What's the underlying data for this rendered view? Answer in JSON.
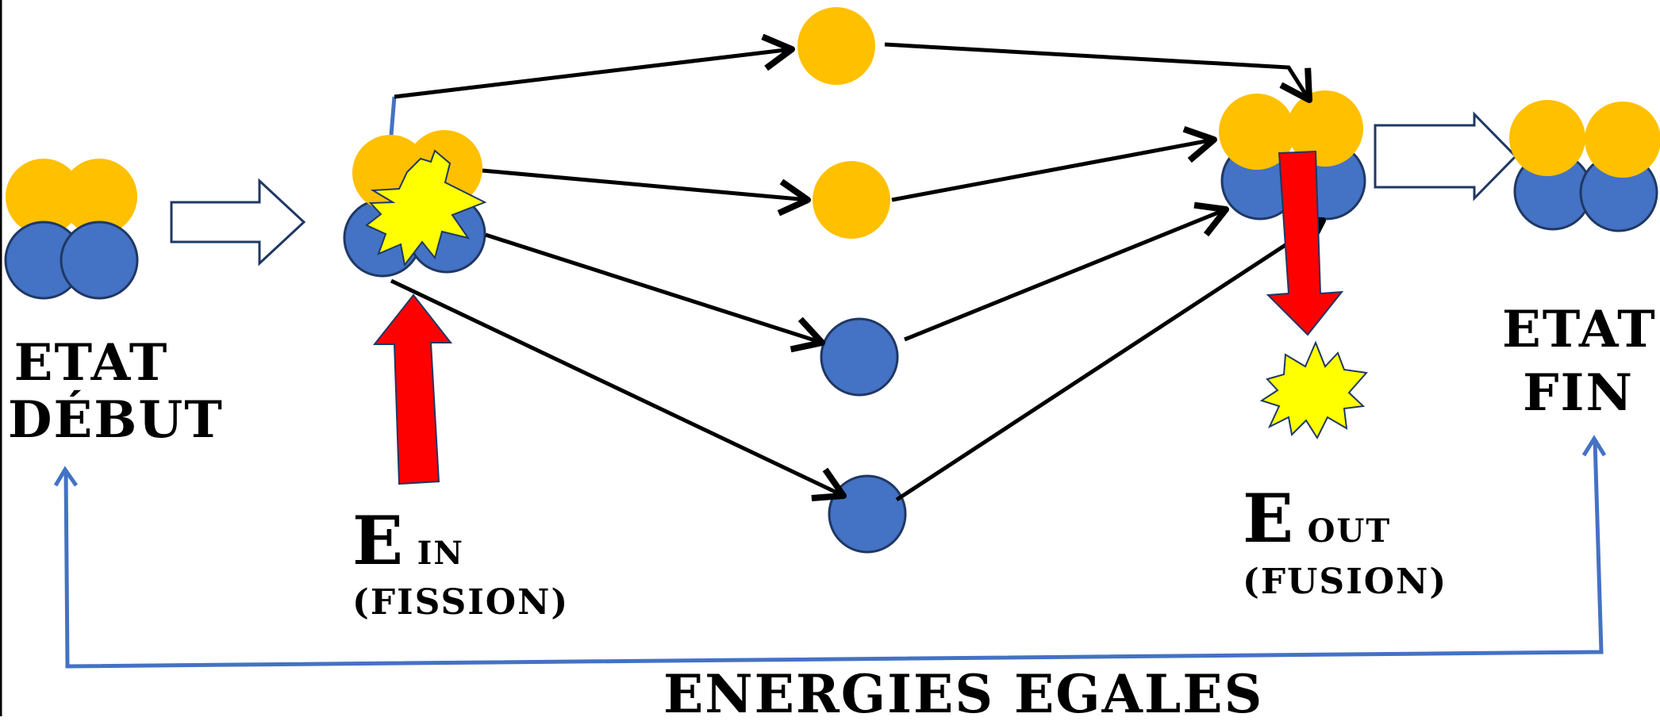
{
  "labels": {
    "start_line1": "ETAT",
    "start_line2": "DÉBUT",
    "end_line1": "ETAT",
    "end_line2": "FIN",
    "ein_letter": "E",
    "ein_sub": "IN",
    "ein_paren": "(FISSION)",
    "eout_letter": "E",
    "eout_sub": "OUT",
    "eout_paren": "(FUSION)",
    "footer": "ENERGIES EGALES"
  },
  "colors": {
    "proton": "#FFC000",
    "neutron": "#4472C4",
    "outline": "#1F3864",
    "burst": "#FFFF00",
    "energy_arrow": "#FF0000",
    "link": "#4472C4",
    "path": "#000000"
  }
}
